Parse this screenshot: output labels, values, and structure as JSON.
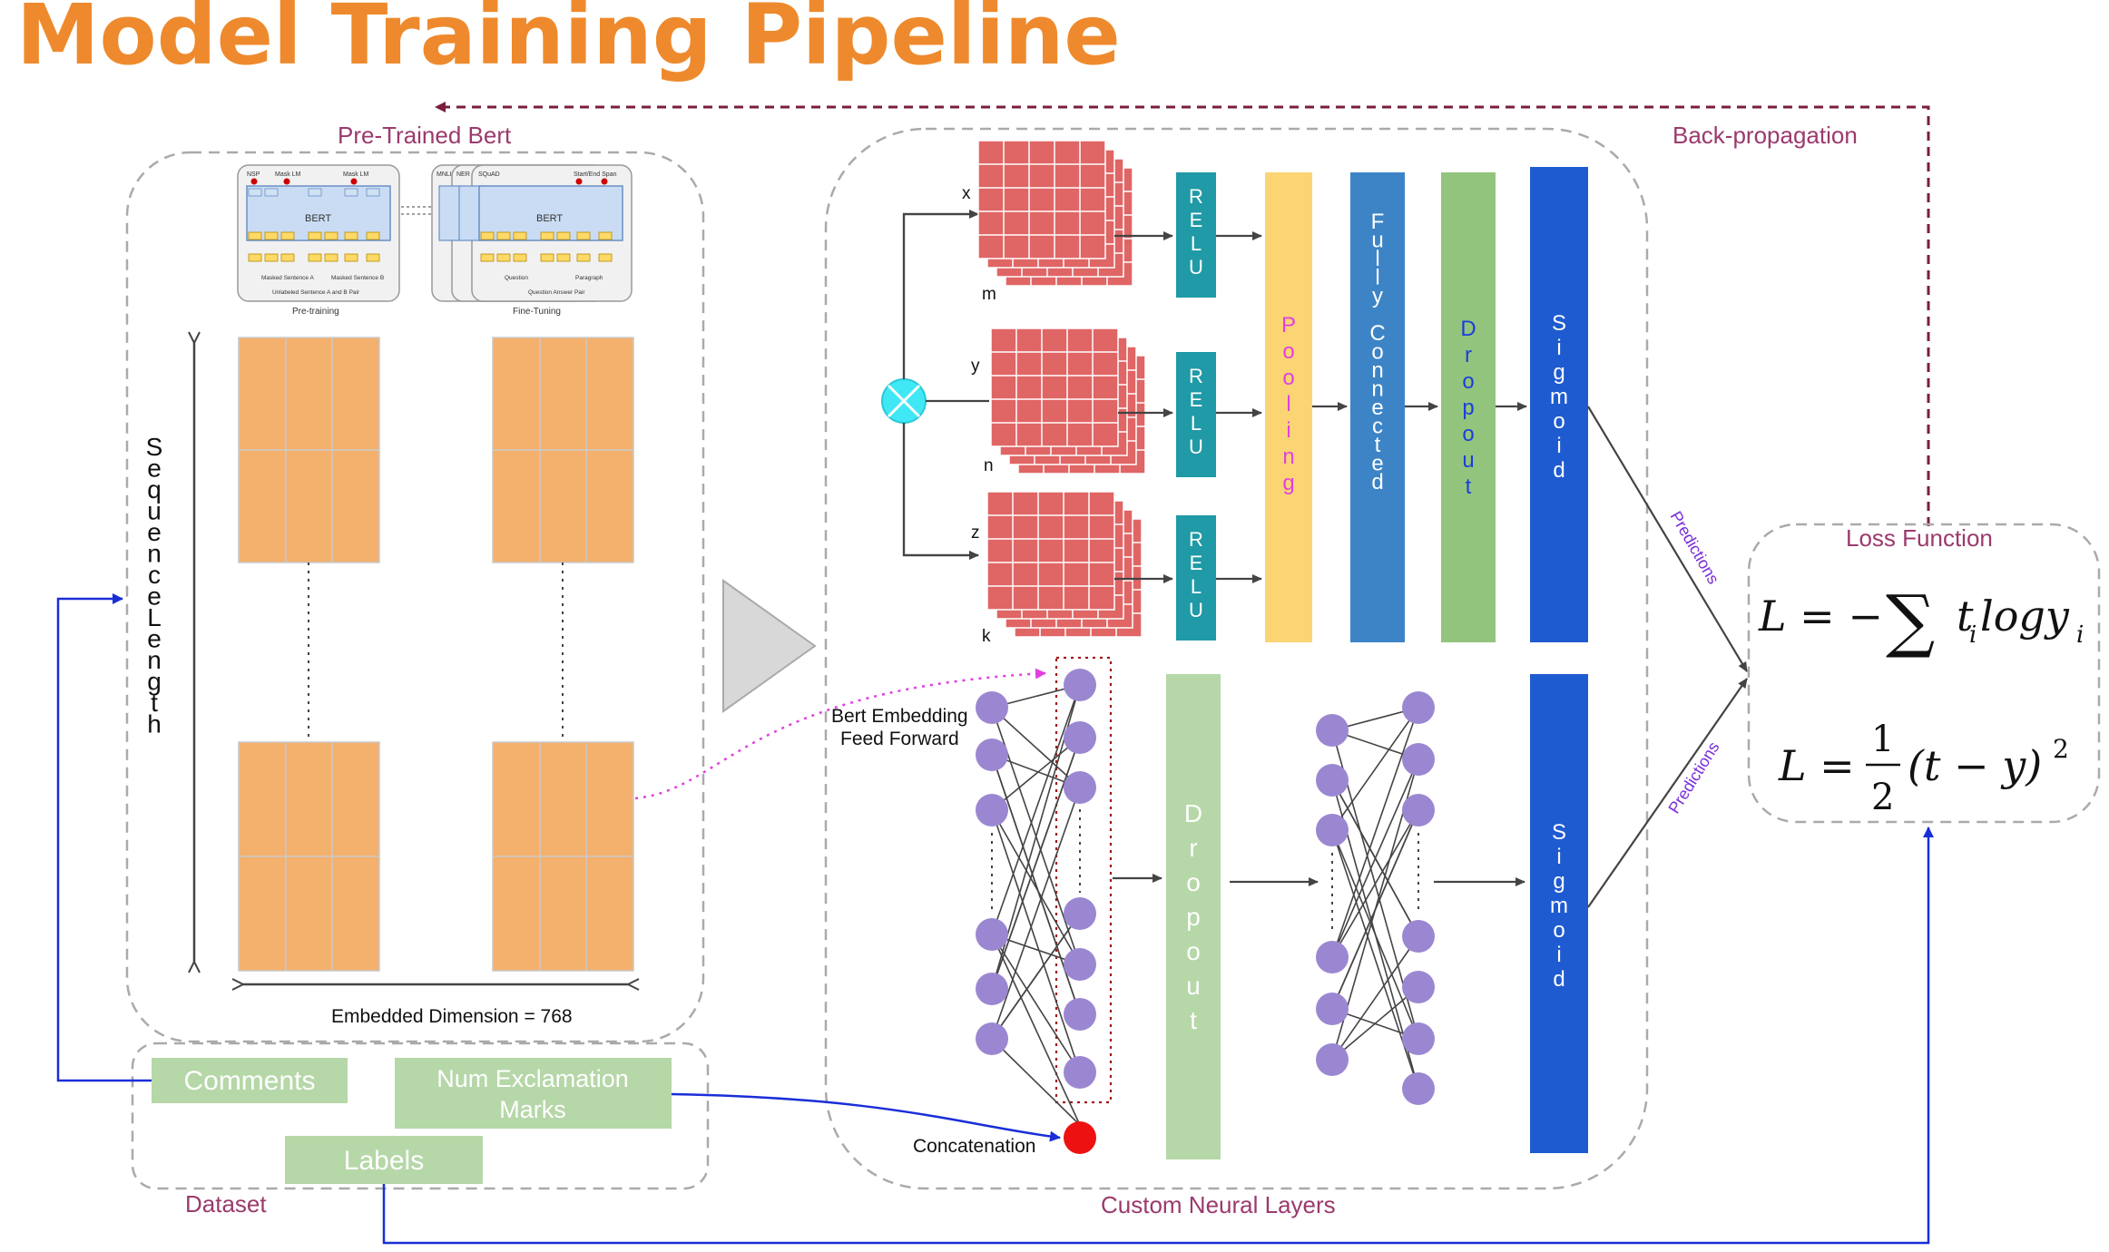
{
  "title": "Model Training Pipeline",
  "pretrained_label": "Pre-Trained Bert",
  "backprop_label": "Back-propagation",
  "custom_layers_label": "Custom Neural Layers",
  "dataset_label": "Dataset",
  "loss_label": "Loss Function",
  "embedded_dimension": "Embedded Dimension = 768",
  "sequence_length": "SequenceLength",
  "bert_thumb": {
    "pretraining_caption": "Pre-training",
    "finetuning_caption": "Fine-Tuning",
    "bert_word": "BERT",
    "nsp": "NSP",
    "mask_lm_1": "Mask LM",
    "mask_lm_2": "Mask LM",
    "mnli": "MNLI",
    "ner": "NER",
    "squad": "SQuAD",
    "start_end": "Start/End Span",
    "masked_a": "Masked Sentence A",
    "masked_b": "Masked Sentence B",
    "unlabeled_pair": "Unlabeled Sentence A and B Pair",
    "question": "Question",
    "paragraph": "Paragraph",
    "qa_pair": "Question Answer Pair"
  },
  "conv_labels": {
    "x": "x",
    "m": "m",
    "y": "y",
    "n": "n",
    "z": "z",
    "k": "k"
  },
  "layers": {
    "relu": "RELU",
    "pooling": "Pooling",
    "fully_connected_1": "Fully",
    "fully_connected_2": "Connected",
    "dropout": "Dropout",
    "sigmoid": "Sigmoid"
  },
  "bert_ff_1": "Bert Embedding",
  "bert_ff_2": "Feed Forward",
  "concatenation": "Concatenation",
  "predictions": "Predictions",
  "dataset_items": {
    "comments": "Comments",
    "num_excl_1": "Num Exclamation",
    "num_excl_2": "Marks",
    "labels": "Labels"
  },
  "loss": {
    "eq1_lhs": "L = −",
    "sum": "∑",
    "eq1_rhs": "t",
    "eq1_i": "i",
    "eq1_log": "logy",
    "eq1_i2": "i",
    "eq2_lhs": "L =",
    "num": "1",
    "den": "2",
    "eq2_rhs": "(t − y)",
    "sq": "2"
  },
  "colors": {
    "title": "#ee8a2d",
    "label_purple": "#9b3a6d",
    "orange_block": "#f4b06d",
    "conv_red": "#e06565",
    "relu": "#1f9aa6",
    "pooling": "#fbd574",
    "pooling_text": "#e040e0",
    "fc": "#3d84c6",
    "dropout": "#93c47d",
    "dropout_text": "#1a3fd8",
    "sigmoid": "#1f5bd0",
    "dropout2": "#b6d7a8",
    "neuron": "#9b87d1",
    "dataset_box": "#b6d7a8",
    "blue_line": "#1a2ed8",
    "backprop": "#7a1e3c",
    "magenta": "#e040e0"
  }
}
